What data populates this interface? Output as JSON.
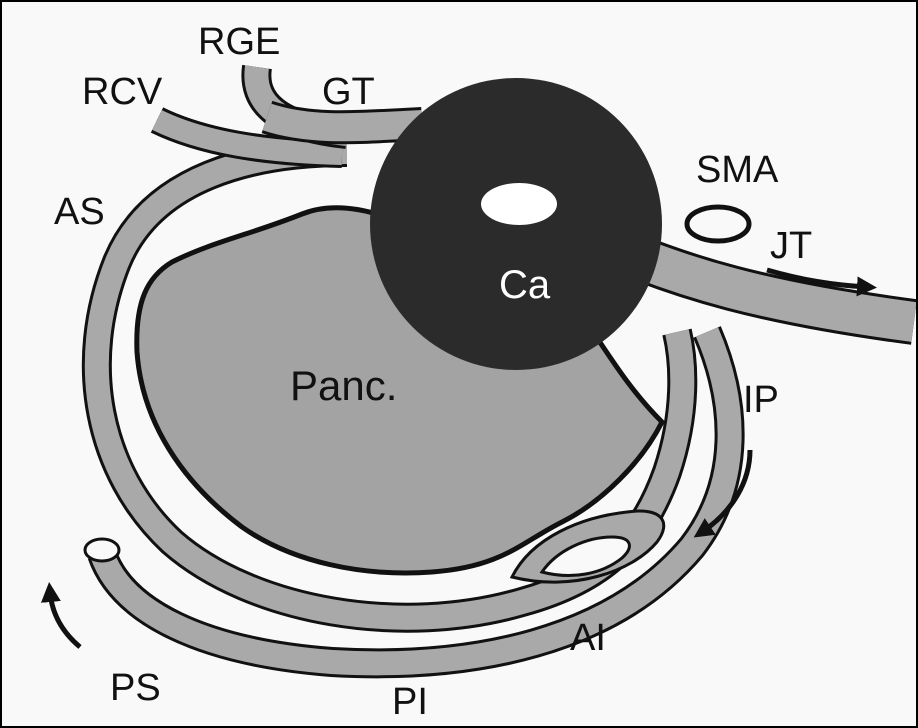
{
  "labels": {
    "rge": "RGE",
    "rcv": "RCV",
    "gt": "GT",
    "as": "AS",
    "sma": "SMA",
    "jt": "JT",
    "ca": "Ca",
    "panc": "Panc.",
    "ip": "IP",
    "ai": "AI",
    "ps": "PS",
    "pi": "PI"
  },
  "colors": {
    "vessel_fill": "#a9a9a9",
    "pancreas_fill": "#a3a3a3",
    "tumor_fill": "#2b2b2b",
    "outline": "#111111",
    "background": "#f9f9f9"
  }
}
